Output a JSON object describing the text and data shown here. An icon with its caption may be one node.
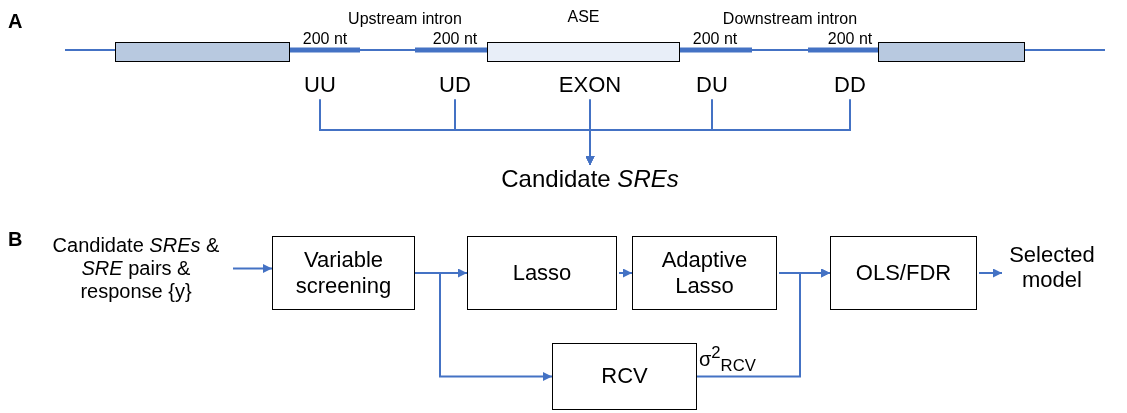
{
  "diagram": {
    "nodes": [
      {
        "text": [],
        "shape": "box"
      },
      {
        "text": [
          "ASE"
        ]
      },
      {
        "text": [],
        "shape": "box"
      },
      {
        "text": [
          "UU"
        ]
      },
      {
        "text": [
          "UD"
        ]
      },
      {
        "text": [
          "EXON"
        ]
      },
      {
        "text": [
          "DU"
        ]
      },
      {
        "text": [
          "DD"
        ]
      },
      {
        "text": [
          "Candidate *SREs*"
        ]
      },
      {
        "text": [
          "Candidate *SREs* & *SRE* pairs & response {y}"
        ]
      },
      {
        "text": [
          "Variable screening"
        ]
      },
      {
        "text": [
          "Lasso"
        ]
      },
      {
        "text": [
          "Adaptive Lasso"
        ]
      },
      {
        "text": [
          "OLS/FDR"
        ]
      },
      {
        "text": [
          "Selected model"
        ]
      },
      {
        "text": [
          "RCV"
        ]
      }
    ],
    "edges": [
      {
        "from": 3,
        "to": 8,
        "arrow": "to"
      },
      {
        "from": 4,
        "to": 8,
        "arrow": "to"
      },
      {
        "from": 5,
        "to": 8,
        "arrow": "to"
      },
      {
        "from": 6,
        "to": 8,
        "arrow": "to"
      },
      {
        "from": 7,
        "to": 8,
        "arrow": "to"
      },
      {
        "from": 9,
        "to": 10,
        "arrow": "to"
      },
      {
        "from": 10,
        "to": 11,
        "arrow": "to"
      },
      {
        "from": 10,
        "to": 15,
        "arrow": "to"
      },
      {
        "from": 11,
        "to": 12,
        "arrow": "to"
      },
      {
        "from": 12,
        "to": 13,
        "arrow": "to"
      },
      {
        "from": 15,
        "to": 13,
        "arrow": "to",
        "label": "σ$^{2}$$_{RCV}$"
      },
      {
        "from": 13,
        "to": 14,
        "arrow": "to"
      }
    ],
    "labels": [
      "A",
      "Upstream intron",
      "Downstream intron",
      "200 nt",
      "200 nt",
      "200 nt",
      "200 nt",
      "B"
    ]
  }
}
